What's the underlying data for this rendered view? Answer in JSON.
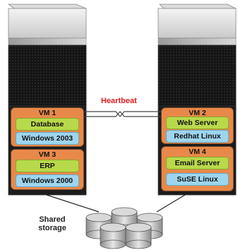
{
  "heartbeat": {
    "label": "Heartbeat"
  },
  "storage": {
    "label_line1": "Shared",
    "label_line2": "storage"
  },
  "left_server": {
    "vms": [
      {
        "title": "VM 1",
        "app": "Database",
        "os": "Windows 2003"
      },
      {
        "title": "VM 3",
        "app": "ERP",
        "os": "Windows 2000"
      }
    ]
  },
  "right_server": {
    "vms": [
      {
        "title": "VM 2",
        "app": "Web Server",
        "os": "Redhat Linux"
      },
      {
        "title": "VM 4",
        "app": "Email Server",
        "os": "SuSE Linux"
      }
    ]
  },
  "colors": {
    "vm_box": "#e8894a",
    "app_pill": "#b8d94a",
    "os_pill": "#9dd5ee",
    "heartbeat": "#e01b1b",
    "server_body": "#1a1a1a"
  }
}
